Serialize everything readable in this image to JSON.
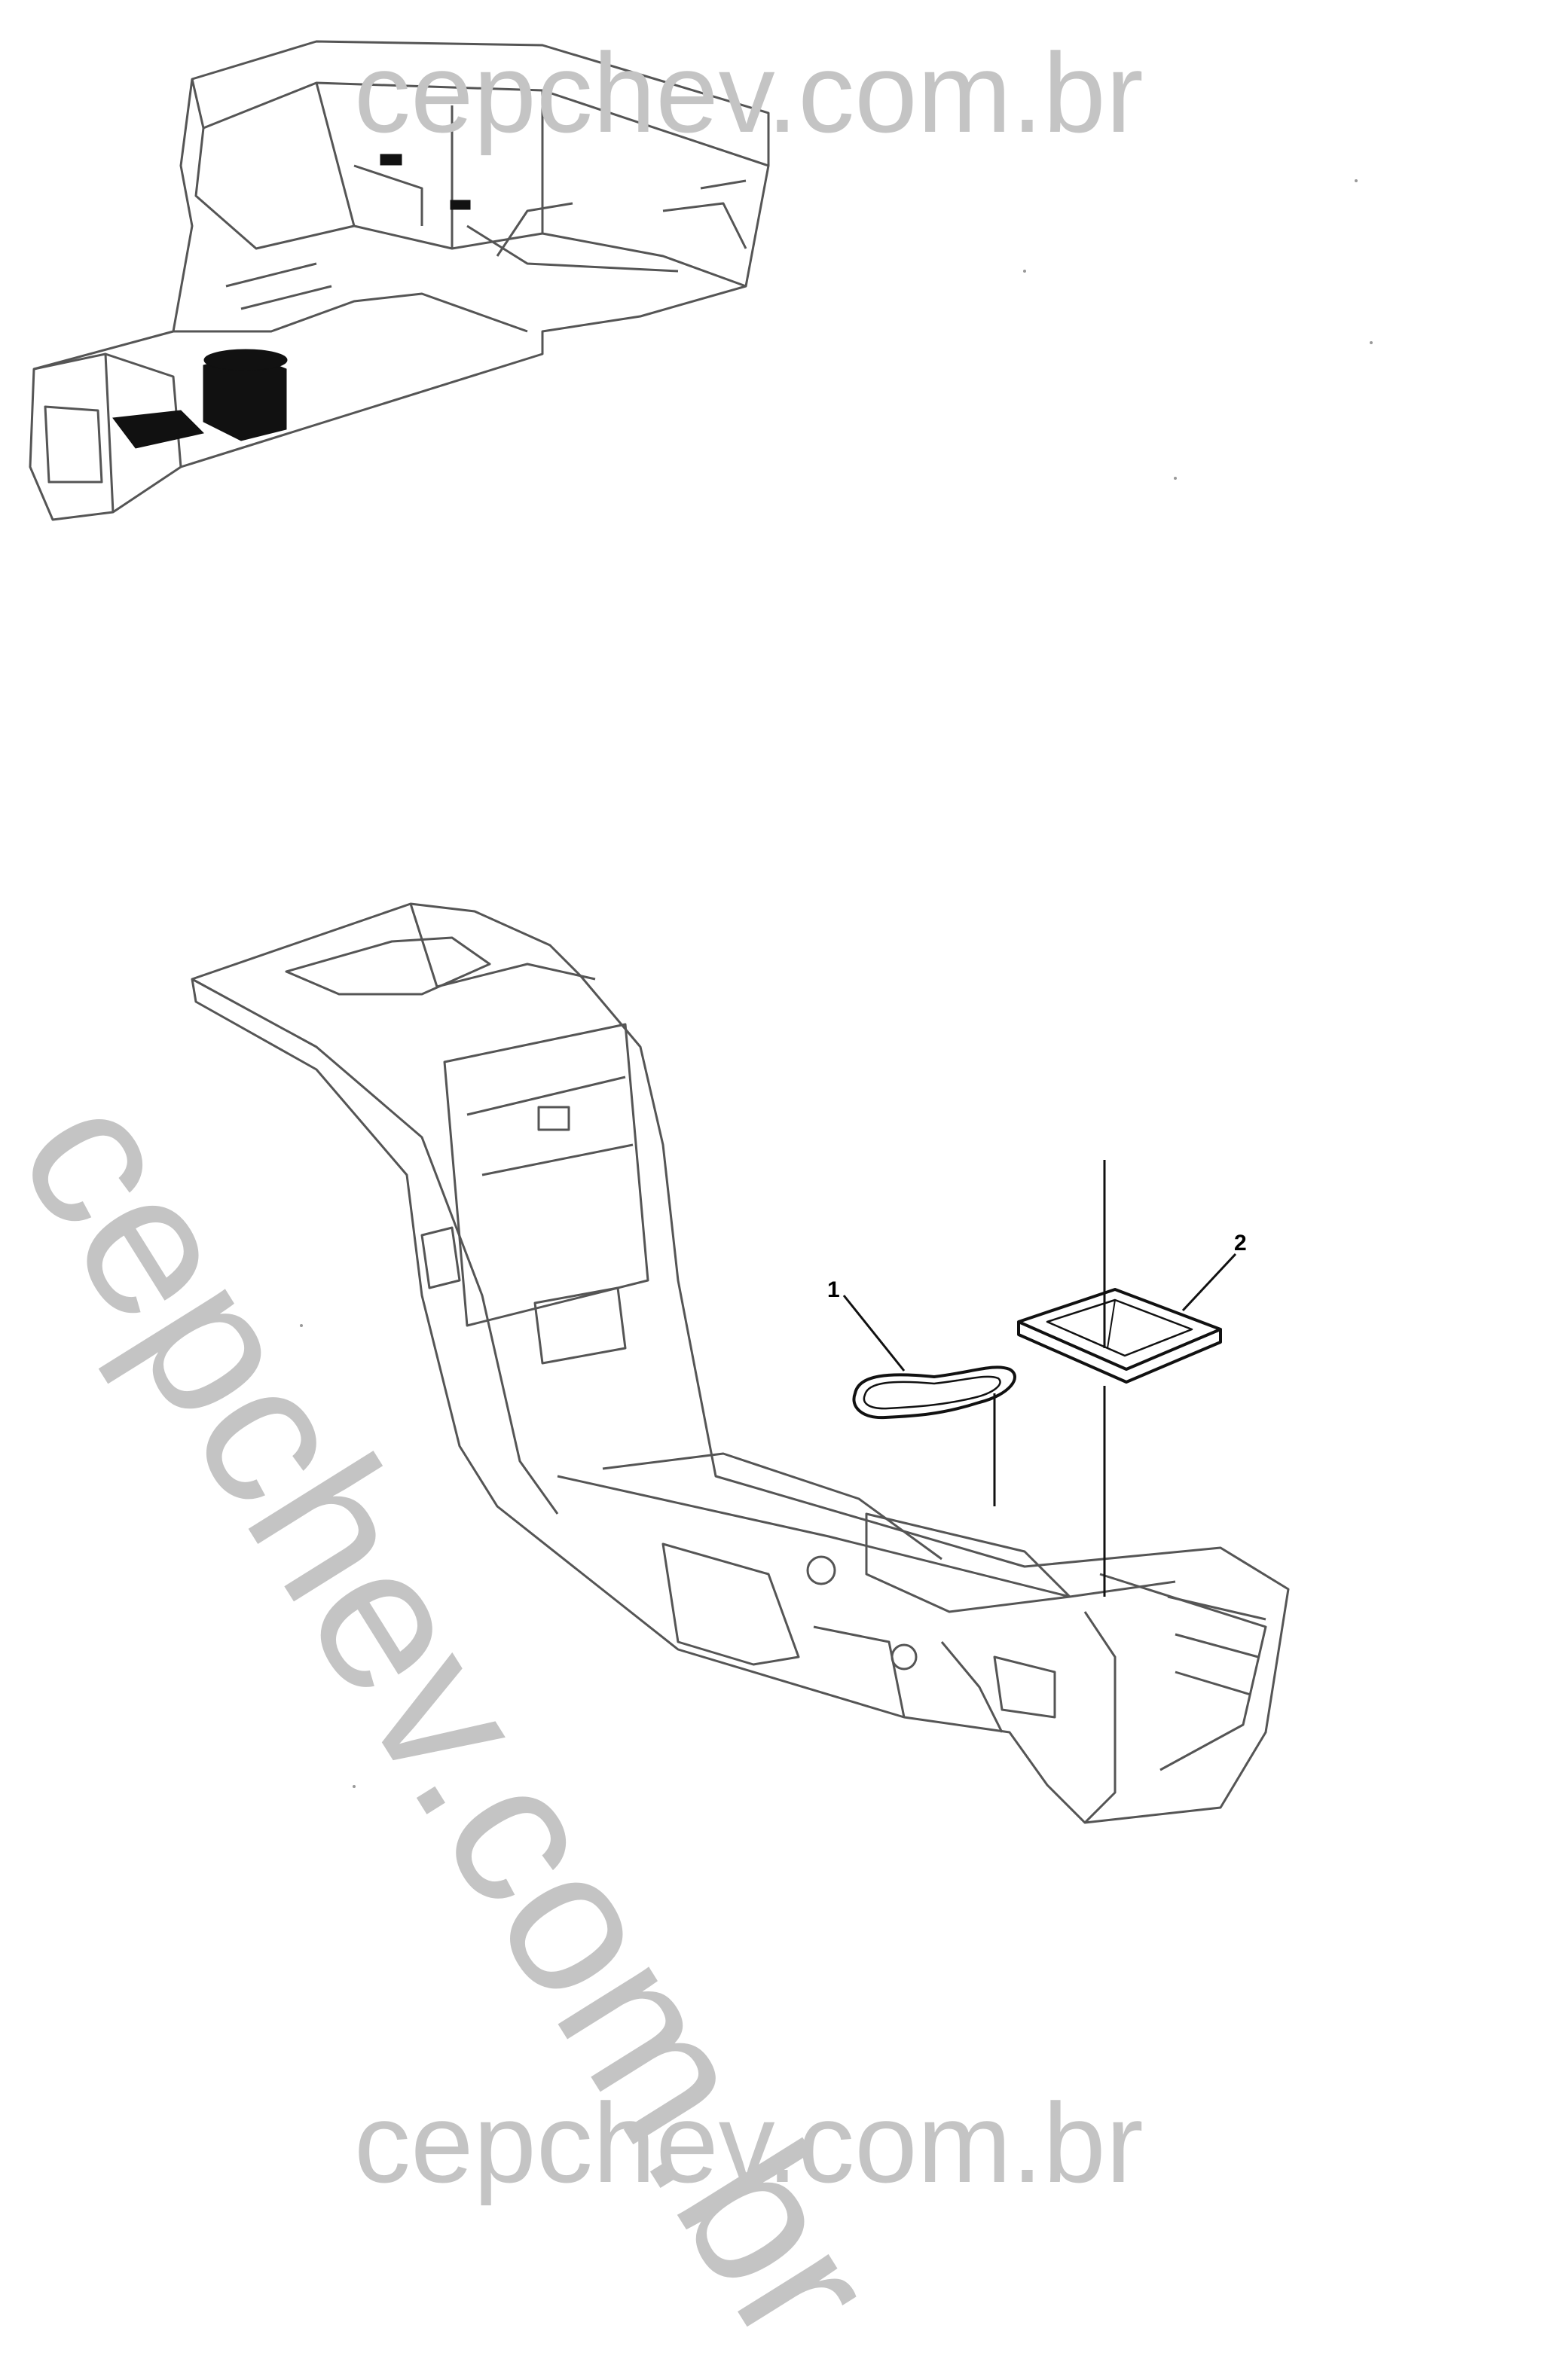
{
  "watermarks": {
    "top": "cepchev.com.br",
    "diagonal": "cepchev.com.br",
    "bottom": "cepchev.com.br"
  },
  "callouts": [
    {
      "id": "1",
      "label": "1"
    },
    {
      "id": "2",
      "label": "2"
    }
  ],
  "colors": {
    "line": "#333333",
    "watermark": "#c4c4c4",
    "background": "#ffffff"
  }
}
